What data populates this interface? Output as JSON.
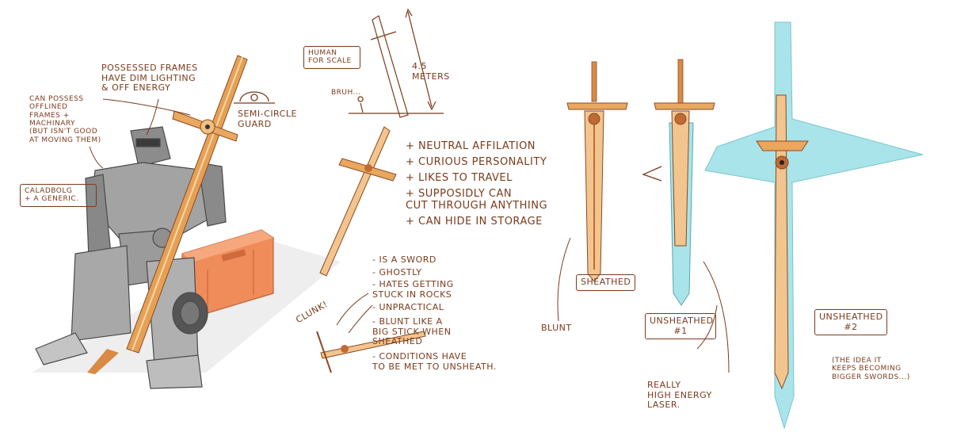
{
  "notes": {
    "possess": "Can possess\nofflined\nframes +\nmachinary\n(but isn't good\nat moving them)",
    "possessed_frames": "Possessed frames\nhave dim lighting\n& off energy",
    "guard": "Semi-circle\nguard",
    "caladbolg": "Caladbolg\n+ a generic.",
    "human_scale": "Human\nfor scale",
    "height": "4.5\nmeters",
    "bruh": "Bruh...",
    "traits": [
      "+ Neutral affilation",
      "+ Curious personality",
      "+ Likes to travel",
      "+ Supposidly can\n   cut through anything",
      "+ Can hide in storage"
    ],
    "facts": [
      "- Is a sword",
      "- Ghostly",
      "- Hates getting\n  stuck in rocks",
      "- Unpractical",
      "- Blunt like a\n  big stick when\n  sheathed",
      "- Conditions have\n  to be met to unsheath."
    ],
    "clunk": "Clunk!",
    "sheathed": "Sheathed",
    "blunt": "Blunt",
    "unsheathed1": "Unsheathed\n#1",
    "laser": "Really\nhigh energy\nlaser.",
    "unsheathed2": "Unsheathed\n#2",
    "bigger": "(The idea it\nkeeps becoming\nbigger swords...)"
  },
  "colors": {
    "ink": "#7a3b1c",
    "metal": "#9a9a9a",
    "metal_dark": "#5f5f5f",
    "crate": "#f08c5a",
    "blade_gold": "#e6a055",
    "blade_light": "#f7d8a8",
    "laser": "#a8e4ea"
  }
}
